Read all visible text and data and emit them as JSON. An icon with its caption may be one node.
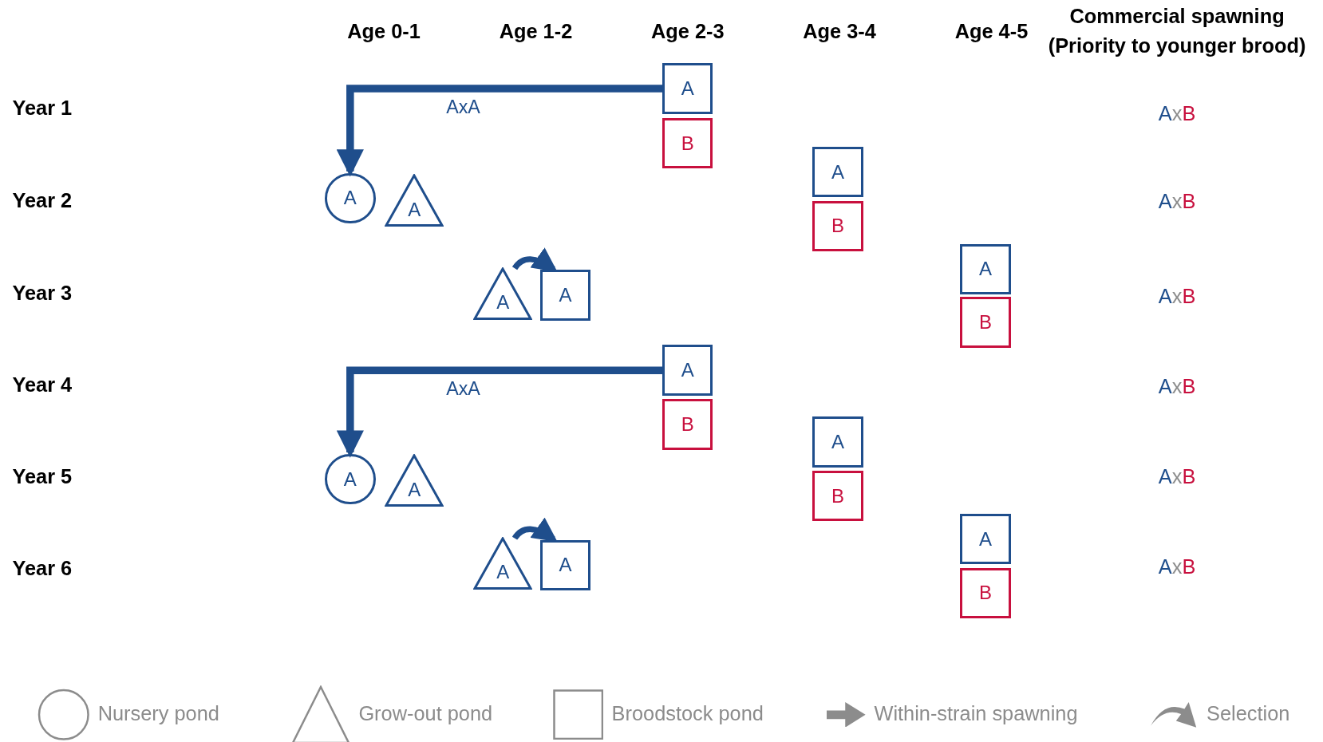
{
  "diagram": {
    "nodes": [
      {
        "text": [
          "A"
        ]
      },
      {
        "text": [
          "B"
        ]
      },
      {
        "text": [
          "A"
        ]
      },
      {
        "text": [
          "A"
        ]
      },
      {
        "text": [
          "A"
        ]
      },
      {
        "text": [
          "B"
        ]
      },
      {
        "text": [
          "A"
        ]
      },
      {
        "text": [
          "A"
        ]
      },
      {
        "text": [
          "A"
        ]
      },
      {
        "text": [
          "B"
        ]
      },
      {
        "text": [
          "A"
        ]
      },
      {
        "text": [
          "B"
        ]
      },
      {
        "text": [
          "A"
        ]
      },
      {
        "text": [
          "A"
        ]
      },
      {
        "text": [
          "A"
        ]
      },
      {
        "text": [
          "B"
        ]
      },
      {
        "text": [
          "A"
        ]
      },
      {
        "text": [
          "A"
        ]
      },
      {
        "text": [
          "A"
        ]
      },
      {
        "text": [
          "B"
        ]
      }
    ],
    "edges": [
      {
        "from": 0,
        "to": 2,
        "arrow": "to",
        "label": "AxA"
      },
      {
        "from": 6,
        "to": 7,
        "arrow": "to"
      },
      {
        "from": 10,
        "to": 12,
        "arrow": "to",
        "label": "AxA"
      },
      {
        "from": 16,
        "to": 17,
        "arrow": "to"
      }
    ],
    "labels": [
      "Age 0-1",
      "Age 1-2",
      "Age 2-3",
      "Age 3-4",
      "Age 4-5",
      "Commercial spawning (Priority to younger brood)",
      "Year 1",
      "AxB",
      "Year 2",
      "AxB",
      "Year 3",
      "AxB",
      "Year 4",
      "AxB",
      "Year 5",
      "AxB",
      "Year 6",
      "AxB"
    ],
    "legend": [
      {
        "text": "Nursery pond"
      },
      {
        "text": "Grow-out pond"
      },
      {
        "text": "Broodstock pond"
      },
      {
        "text": "Within-strain spawning"
      },
      {
        "text": "Selection"
      }
    ]
  }
}
